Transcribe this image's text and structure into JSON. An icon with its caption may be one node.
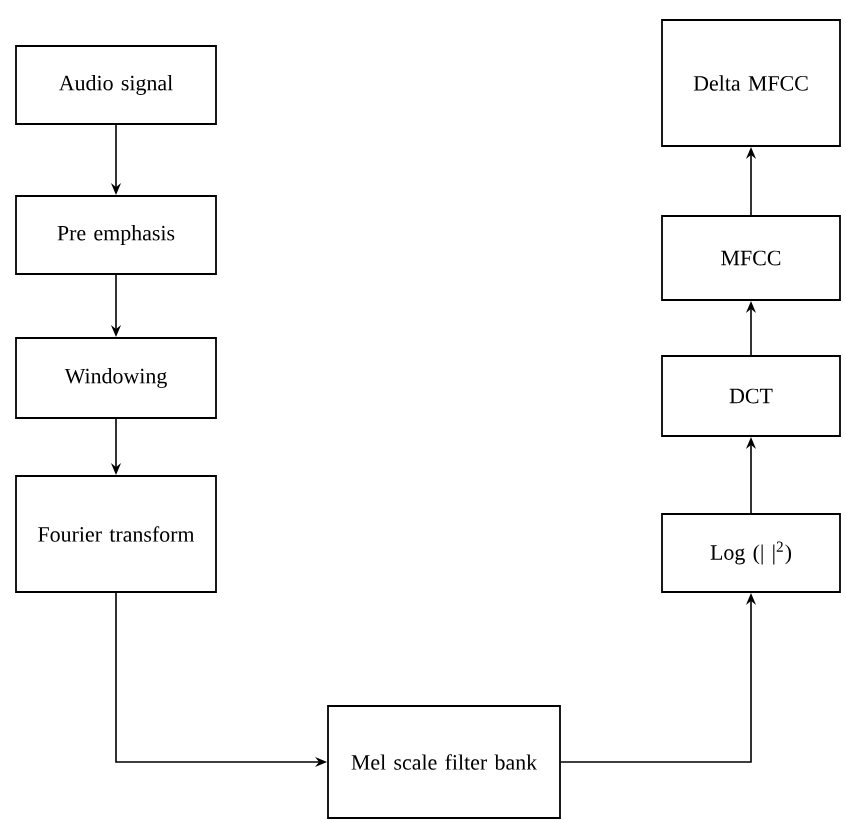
{
  "diagram": {
    "nodes": [
      {
        "text": [
          "Audio signal"
        ]
      },
      {
        "text": [
          "Pre emphasis"
        ]
      },
      {
        "text": [
          "Windowing"
        ]
      },
      {
        "text": [
          "Fourier transform"
        ]
      },
      {
        "text": [
          "Mel scale filter bank"
        ]
      },
      {
        "text": [
          "Log (| |$^{2}$)"
        ]
      },
      {
        "text": [
          "DCT"
        ]
      },
      {
        "text": [
          "MFCC"
        ]
      },
      {
        "text": [
          "Delta MFCC"
        ]
      }
    ],
    "edges": [
      {
        "from": 0,
        "to": 1,
        "arrow": "to"
      },
      {
        "from": 1,
        "to": 2,
        "arrow": "to"
      },
      {
        "from": 2,
        "to": 3,
        "arrow": "to"
      },
      {
        "from": 3,
        "to": 4,
        "arrow": "to"
      },
      {
        "from": 4,
        "to": 5,
        "arrow": "to"
      },
      {
        "from": 5,
        "to": 6,
        "arrow": "to"
      },
      {
        "from": 6,
        "to": 7,
        "arrow": "to"
      },
      {
        "from": 7,
        "to": 8,
        "arrow": "to"
      }
    ]
  }
}
